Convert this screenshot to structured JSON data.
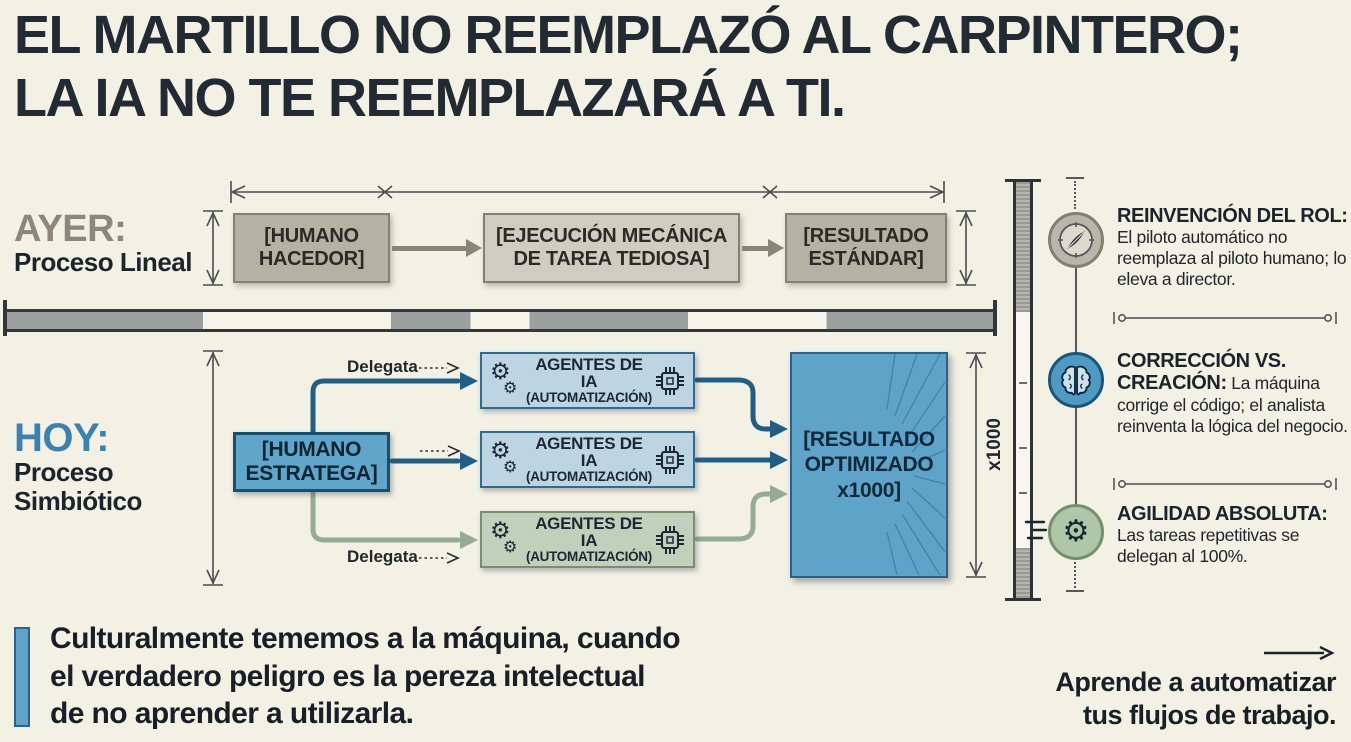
{
  "title": {
    "line1": "EL MARTILLO NO REEMPLAZÓ AL CARPINTERO;",
    "line2": "LA IA NO TE REEMPLAZARÁ A TI."
  },
  "ayer": {
    "label": "AYER:",
    "sublabel": "Proceso Lineal",
    "boxes": [
      {
        "label": "[HUMANO HACEDOR]"
      },
      {
        "label": "[EJECUCIÓN MECÁNICA DE TAREA TEDIOSA]"
      },
      {
        "label": "[RESULTADO ESTÁNDAR]"
      }
    ]
  },
  "hoy": {
    "label": "HOY:",
    "sublabel": "Proceso Simbiótico",
    "strategist": "[HUMANO ESTRATEGA]",
    "delegata_top": "Delegata",
    "delegata_bottom": "Delegata",
    "agents": [
      {
        "title": "AGENTES DE IA",
        "subtitle": "(AUTOMATIZACIÓN)"
      },
      {
        "title": "AGENTES DE IA",
        "subtitle": "(AUTOMATIZACIÓN)"
      },
      {
        "title": "AGENTES DE IA",
        "subtitle": "(AUTOMATIZACIÓN)"
      }
    ],
    "result": "[RESULTADO OPTIMIZADO x1000]",
    "dimension": "x1000"
  },
  "sidebar": {
    "items": [
      {
        "icon": "compass-icon",
        "heading": "REINVENCIÓN DEL ROL:",
        "body": "El piloto automático no reemplaza al piloto humano; lo eleva a director."
      },
      {
        "icon": "brain-icon",
        "heading": "CORRECCIÓN VS. CREACIÓN:",
        "body": "La máquina corrige el código; el analista reinventa la lógica del negocio."
      },
      {
        "icon": "gear-speed-icon",
        "heading": "AGILIDAD ABSOLUTA:",
        "body": "Las tareas repetitivas se delegan al 100%."
      }
    ]
  },
  "footer": {
    "quote_lines": [
      "Culturalmente tememos a la máquina, cuando",
      "el verdadero peligro es la pereza intelectual",
      "de no aprender a utilizarla."
    ],
    "cta_lines": [
      "Aprende a automatizar",
      "tus flujos de trabajo."
    ]
  },
  "icons": {
    "gear": "⚙"
  },
  "colors": {
    "background": "#f3f0e4",
    "ink": "#222b34",
    "accent_blue": "#5ea4c8",
    "deep_blue": "#15506f",
    "agent_blue": "#bdd5e3",
    "agent_green": "#c1d0ba",
    "gray_box": "#b5b1a3",
    "gray_label": "#8d8679"
  }
}
